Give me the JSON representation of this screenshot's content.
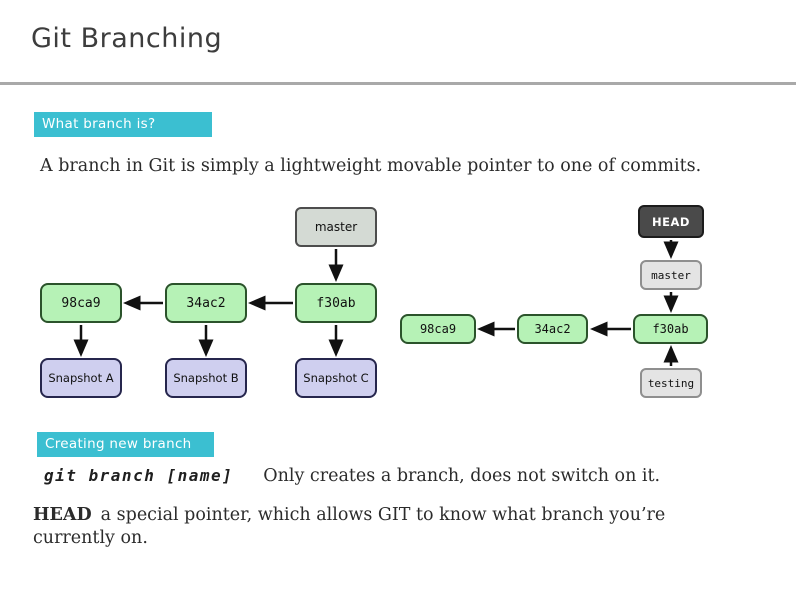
{
  "slide": {
    "title": "Git Branching"
  },
  "sections": {
    "what": {
      "badge": "What branch is?",
      "body": "A branch in Git is simply a lightweight movable pointer to one of commits."
    },
    "creating": {
      "badge": "Creating new branch",
      "command": "git branch [name]",
      "body": "Only creates a branch, does not switch on it."
    },
    "head_note": {
      "term": "HEAD",
      "line1": "a special pointer, which allows GIT to know what branch you’re",
      "line2": "currently on."
    }
  },
  "diagram_left": {
    "branch": "master",
    "commits": [
      "98ca9",
      "34ac2",
      "f30ab"
    ],
    "snapshots": [
      "Snapshot A",
      "Snapshot B",
      "Snapshot C"
    ]
  },
  "diagram_right": {
    "head": "HEAD",
    "branch": "master",
    "commits": [
      "98ca9",
      "34ac2",
      "f30ab"
    ],
    "testing_branch": "testing"
  },
  "colors": {
    "accent": "#3bbfd1",
    "title": "#3d3d3d",
    "text": "#2b2b2b",
    "rule": "#a9a9a9",
    "green_fill": "#b6f2b6",
    "green_border": "#2b532b",
    "purple_fill": "#cfcfef",
    "purple_border": "#26264d",
    "gray_fill": "#d4dad4",
    "gray_border": "#4d4d4d",
    "lightgray_fill": "#e4e4e4",
    "lightgray_border": "#8f8f8f",
    "head_fill": "#4a4a4a",
    "arrow": "#111111"
  }
}
